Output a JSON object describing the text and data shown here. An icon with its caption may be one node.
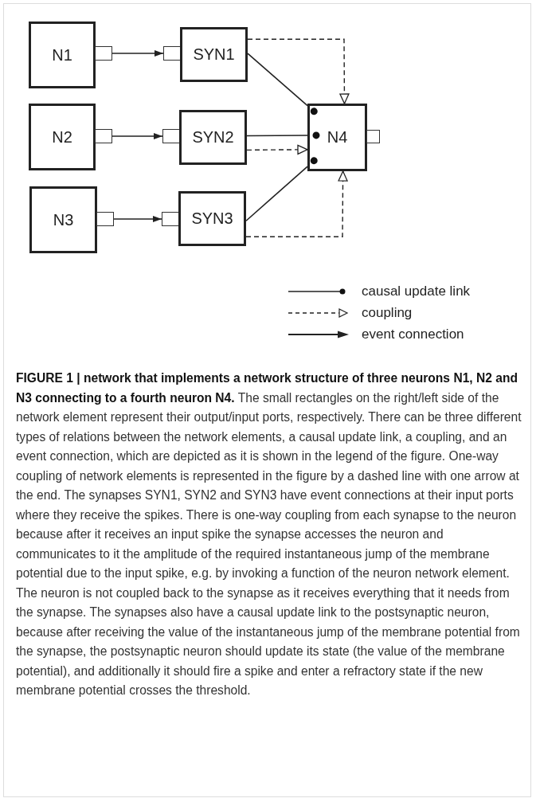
{
  "diagram": {
    "caption": "**FIGURE 1 | network that implements a network structure of three neurons N1, N2 and N3 connecting to a fourth neuron N4.** The small rectangles on the right/left side of the network element represent their output/input ports, respectively. There can be three different types of relations between the network elements, a causal update link, a coupling, and an event connection, which are depicted as it is shown in the legend of the figure. One-way coupling of network elements is represented in the figure by a dashed line with one arrow at the end. The synapses SYN1, SYN2 and SYN3 have event connections at their input ports where they receive the spikes. There is one-way coupling from each synapse to the neuron because after it receives an input spike the synapse accesses the neuron and communicates to it the amplitude of the required instantaneous jump of the membrane potential due to the input spike, e.g. by invoking a function of the neuron network element. The neuron is not coupled back to the synapse as it receives everything that it needs from the synapse. The synapses also have a causal update link to the postsynaptic neuron, because after receiving the value of the instantaneous jump of the membrane potential from the synapse, the postsynaptic neuron should update its state (the value of the membrane potential), and additionally it should fire a spike and enter a refractory state if the new membrane potential crosses the threshold.",
    "nodes": [
      {
        "text": [
          "N1"
        ]
      },
      {
        "text": [],
        "shape": "box"
      },
      {
        "text": [],
        "shape": "box"
      },
      {
        "text": [
          "SYN1"
        ]
      },
      {
        "text": [
          "N2"
        ]
      },
      {
        "text": [],
        "shape": "box"
      },
      {
        "text": [],
        "shape": "box"
      },
      {
        "text": [
          "SYN2"
        ]
      },
      {
        "text": [
          "N3"
        ]
      },
      {
        "text": [],
        "shape": "box"
      },
      {
        "text": [],
        "shape": "box"
      },
      {
        "text": [
          "SYN3"
        ]
      },
      {
        "text": [
          "N4"
        ]
      },
      {
        "text": [],
        "shape": "box"
      }
    ],
    "edges": [
      {
        "from": 1,
        "to": 2,
        "arrow": "to"
      },
      {
        "from": 5,
        "to": 6,
        "arrow": "to"
      },
      {
        "from": 9,
        "to": 10,
        "arrow": "to"
      },
      {
        "from": 3,
        "to": 12,
        "arrow": "other"
      },
      {
        "from": 7,
        "to": 12,
        "arrow": "other"
      },
      {
        "from": 11,
        "to": 12,
        "arrow": "other"
      },
      {
        "from": 3,
        "to": 12,
        "arrow": "to",
        "style": "dashed"
      },
      {
        "from": 7,
        "to": 12,
        "arrow": "to",
        "style": "dashed"
      },
      {
        "from": 11,
        "to": 12,
        "arrow": "to",
        "style": "dashed"
      }
    ],
    "legend": [
      {
        "text": "causal update link"
      },
      {
        "text": "coupling"
      },
      {
        "text": "event connection"
      }
    ]
  }
}
